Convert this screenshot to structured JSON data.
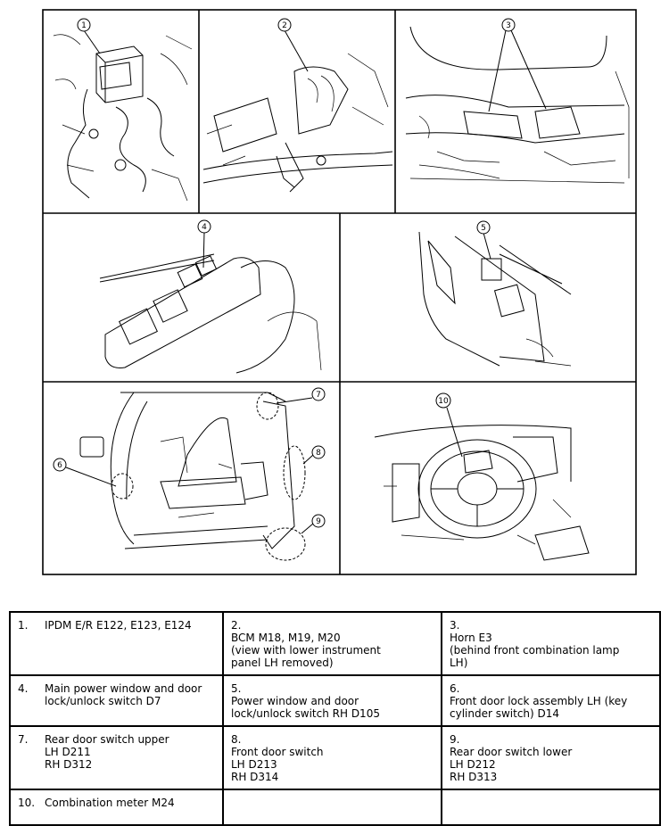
{
  "callouts": [
    "1",
    "2",
    "3",
    "4",
    "5",
    "6",
    "7",
    "8",
    "9",
    "10"
  ],
  "legend": [
    [
      {
        "num": "1.",
        "text": "IPDM E/R E122, E123, E124"
      },
      {
        "num": "2.",
        "text": "BCM M18, M19, M20\n(view with lower instrument panel LH removed)"
      },
      {
        "num": "3.",
        "text": "Horn E3\n(behind front combination lamp LH)"
      }
    ],
    [
      {
        "num": "4.",
        "text": "Main power window and door lock/unlock switch D7"
      },
      {
        "num": "5.",
        "text": "Power window and door lock/unlock switch RH D105"
      },
      {
        "num": "6.",
        "text": "Front door lock assembly LH (key cylinder switch) D14"
      }
    ],
    [
      {
        "num": "7.",
        "text": "Rear door switch upper\nLH D211\nRH D312"
      },
      {
        "num": "8.",
        "text": "Front door switch\nLH D213\nRH D314"
      },
      {
        "num": "9.",
        "text": "Rear door switch lower\nLH D212\nRH D313"
      }
    ],
    [
      {
        "num": "10.",
        "text": "Combination meter M24"
      },
      {
        "num": "",
        "text": ""
      },
      {
        "num": "",
        "text": ""
      }
    ]
  ]
}
